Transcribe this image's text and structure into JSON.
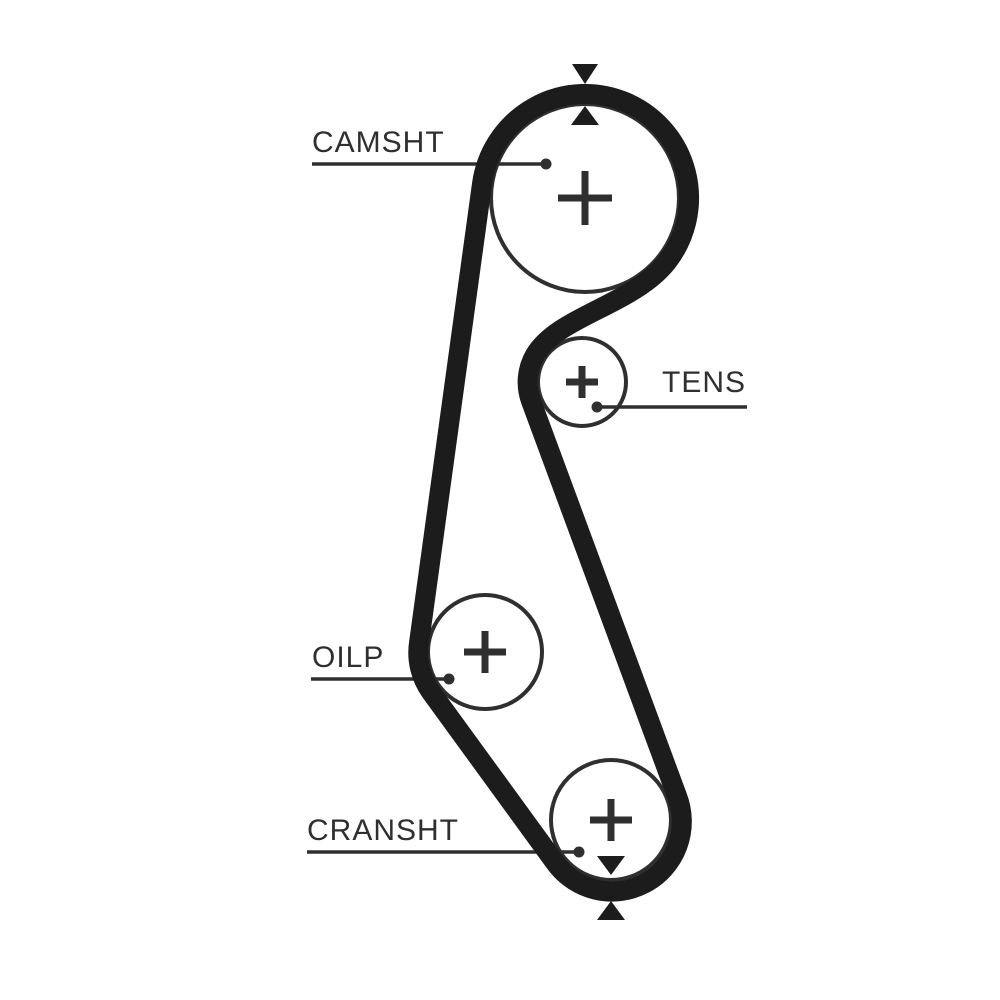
{
  "diagram": {
    "colors": {
      "bg": "#ffffff",
      "ink": "#2f2f2f",
      "belt": "#1c1c1c"
    },
    "pulleys": [
      {
        "id": "camshaft",
        "label": "CAMSHT"
      },
      {
        "id": "tensioner",
        "label": "TENS"
      },
      {
        "id": "oil-pump",
        "label": "OILP"
      },
      {
        "id": "crankshaft",
        "label": "CRANSHT"
      }
    ],
    "icons": {
      "center_mark": "plus-cross-icon",
      "leader_dot": "dot-icon",
      "timing_mark_top": "triangle-down-up-icon",
      "timing_mark_bottom": "triangle-down-up-icon"
    }
  }
}
